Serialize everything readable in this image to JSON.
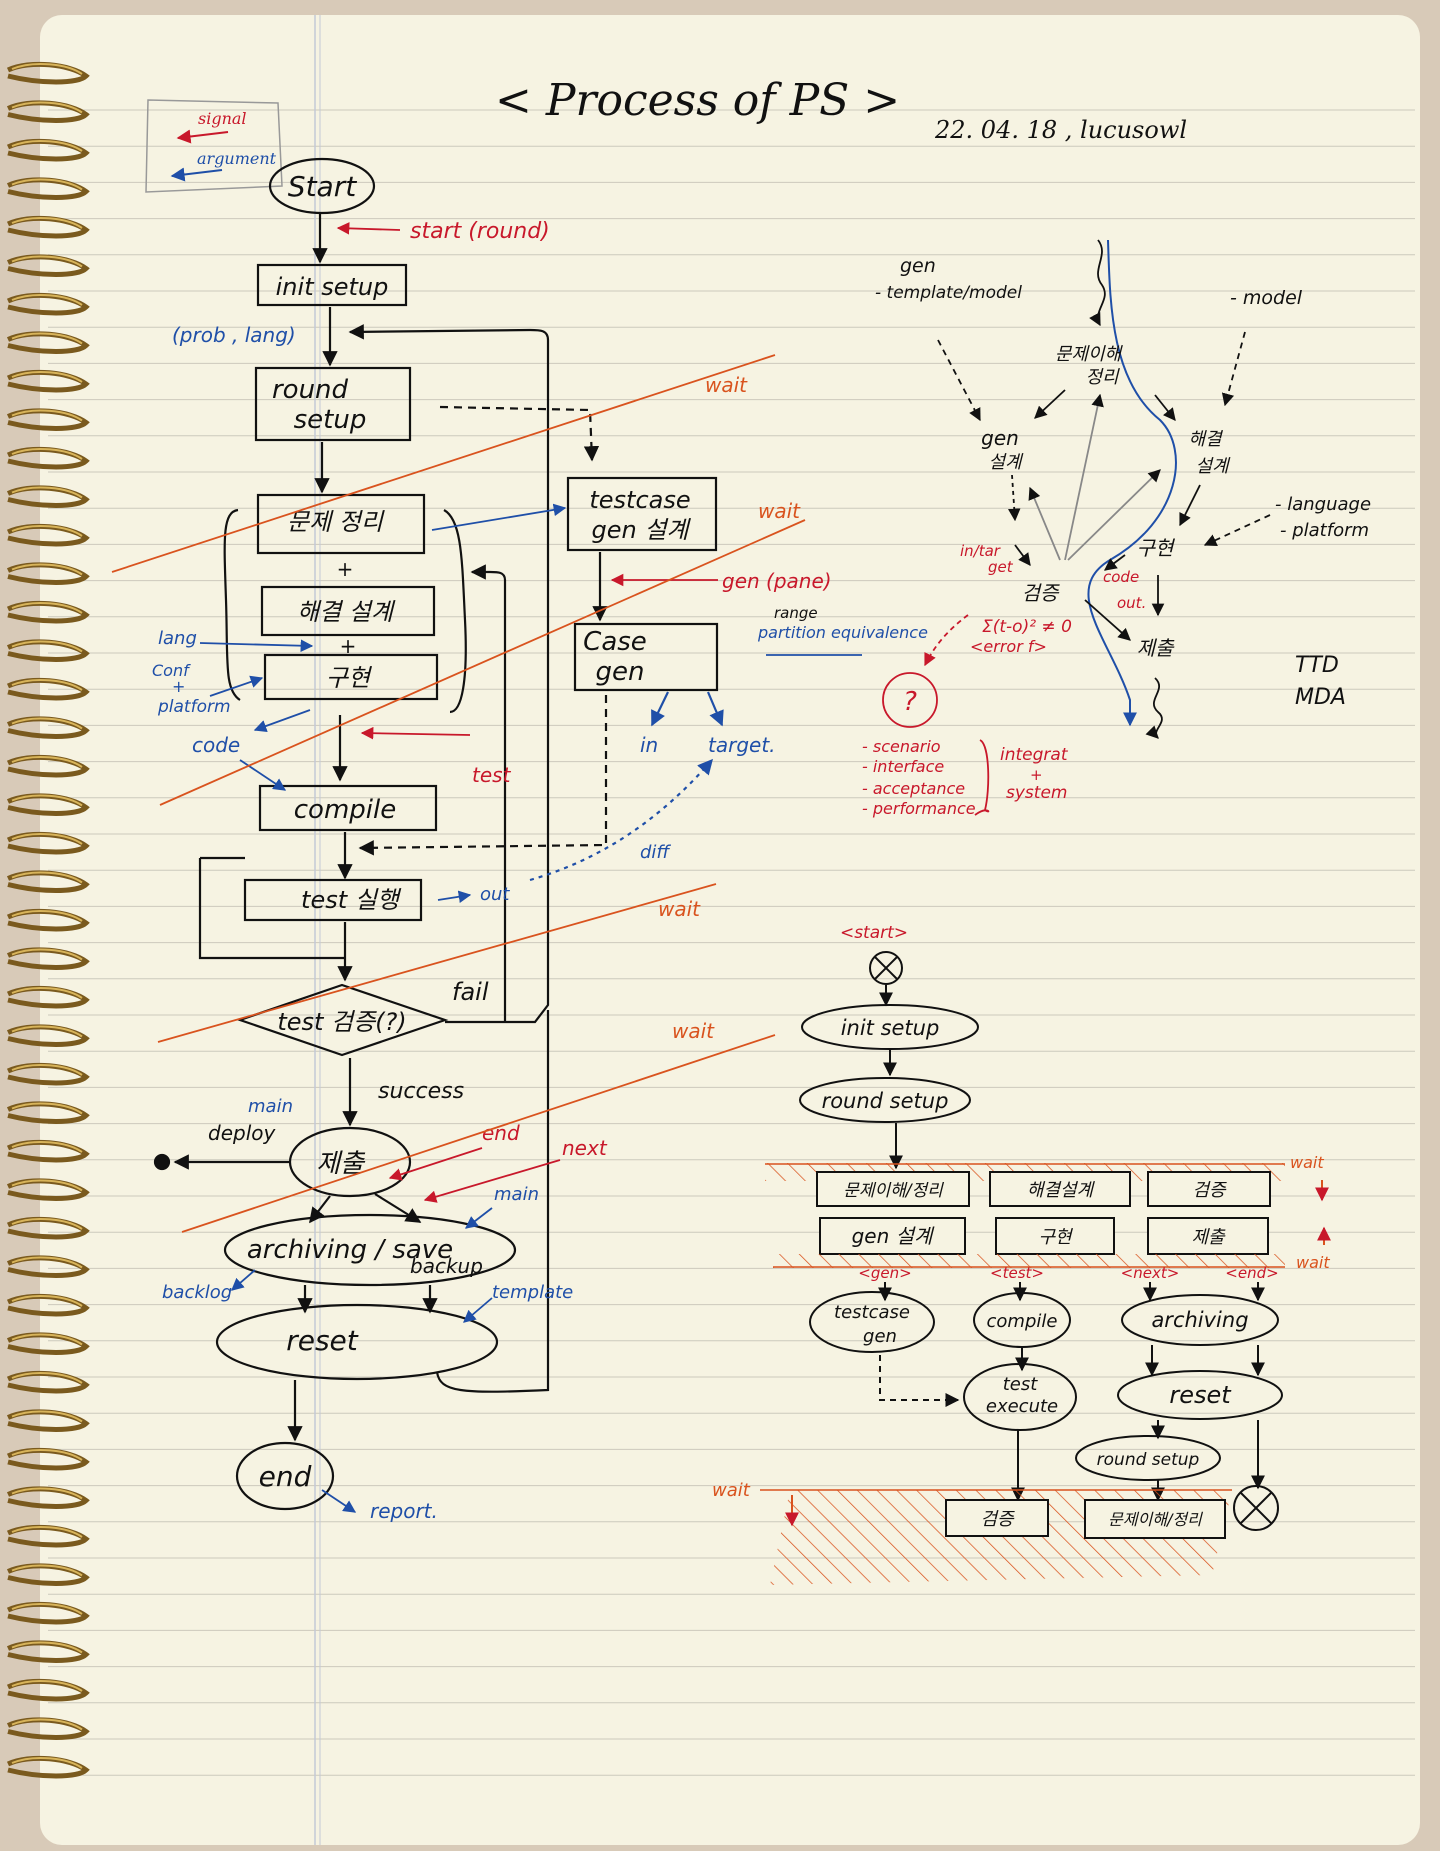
{
  "title": "< Process of PS >",
  "date_author": "22. 04. 18 ,  lucusowl",
  "colors": {
    "ink": "#111111",
    "blue": "#1f4fa8",
    "red": "#c8182b",
    "orange": "#d9531e",
    "paper": "#f6f3e2",
    "rule": "#c9c6b8",
    "margin": "#c4c9d6"
  },
  "legend": {
    "signal": "signal",
    "argument": "argument"
  },
  "main_flow": {
    "start": "Start",
    "start_signal": "start (round)",
    "init_setup": "init setup",
    "prob_lang": "(prob , lang)",
    "round_setup_1": "round",
    "round_setup_2": "setup",
    "problem": "문제 정리",
    "plus1": "+",
    "design": "해결 설계",
    "plus2": "+",
    "implement": "구현",
    "lang": "lang",
    "conf": "Conf",
    "plus3": "+",
    "platform": "platform",
    "code": "code",
    "test_label": "test",
    "compile": "compile",
    "test_run": "test 실행",
    "out": "out",
    "diff": "diff",
    "test_verify": "test 검증(?)",
    "fail": "fail",
    "success": "success",
    "main1": "main",
    "deploy": "deploy",
    "submit": "제출",
    "end_sig": "end",
    "next_sig": "next",
    "main2": "main",
    "archiving": "archiving / save",
    "backup": "backup",
    "backlog": "backlog",
    "template": "template",
    "reset": "reset",
    "end": "end",
    "report": "report."
  },
  "gen_branch": {
    "testcase_gen_1": "testcase",
    "testcase_gen_2": "gen 설계",
    "gen_signal": "gen (pane)",
    "range": "range",
    "partition": "partition equivalence",
    "case_gen_1": "Case",
    "case_gen_2": "gen",
    "in": "in",
    "target": "target."
  },
  "waits": [
    "wait",
    "wait",
    "wait",
    "wait"
  ],
  "concept_map": {
    "gen_template": "gen",
    "gen_template2": "- template/model",
    "model": "- model",
    "problem_analysis": "문제이해",
    "problem_analysis2": "정리",
    "gen_design": "gen",
    "gen_design2": "설계",
    "solution_design": "해결",
    "solution_design2": "설계",
    "language": "- language",
    "platform": "- platform",
    "in_tar": "in/tar",
    "get": "get",
    "implement": "구현",
    "verify": "검증",
    "code_out": "code",
    "out": "out.",
    "formula": "Σ(t-o)² ≠ 0",
    "error_f": "<error f>",
    "submit": "제출",
    "question": "?",
    "tests": [
      "- scenario",
      "- interface",
      "- acceptance",
      "- performance"
    ],
    "integrat": "integrat",
    "plus": "+",
    "system": "system",
    "ttd": "TTD",
    "mda": "MDA"
  },
  "state_diagram": {
    "start": "<start>",
    "init_setup": "init setup",
    "round_setup": "round setup",
    "states_top": [
      "문제이해/정리",
      "해결설계",
      "검증"
    ],
    "states_bottom": [
      "gen 설계",
      "구현",
      "제출"
    ],
    "wait_top": "wait",
    "wait_bottom": "wait",
    "signals": [
      "<gen>",
      "<test>",
      "<next>",
      "<end>"
    ],
    "testcase_gen_1": "testcase",
    "testcase_gen_2": "gen",
    "compile": "compile",
    "test_execute_1": "test",
    "test_execute_2": "execute",
    "archiving": "archiving",
    "reset": "reset",
    "round_setup2": "round setup",
    "wait_final": "wait",
    "verify_final": "검증",
    "problem_final": "문제이해/정리"
  }
}
